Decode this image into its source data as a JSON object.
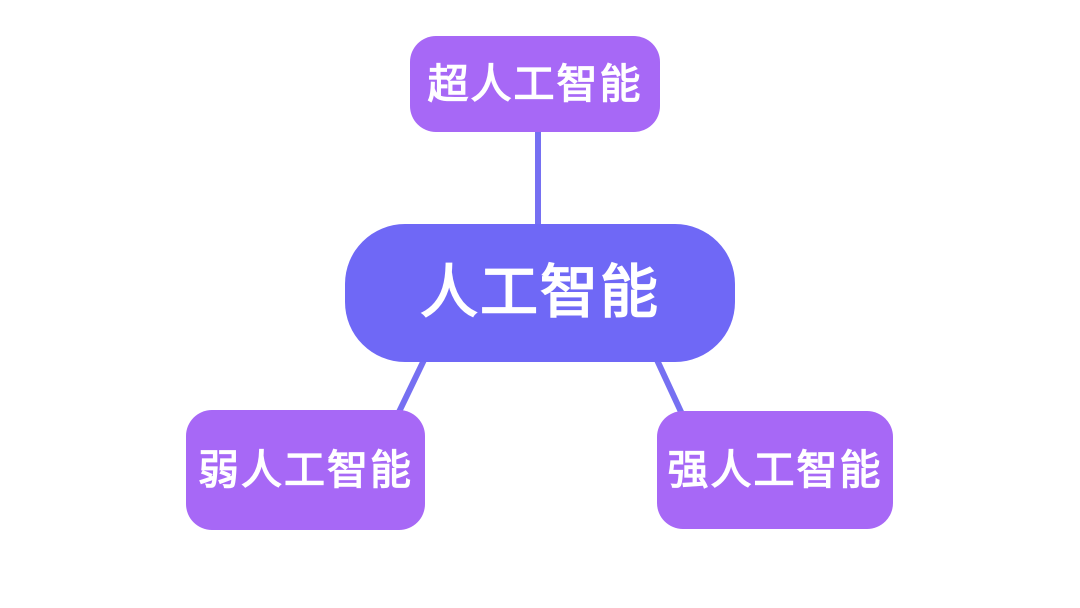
{
  "diagram": {
    "type": "mindmap",
    "background_color": "#ffffff",
    "text_color": "#ffffff",
    "connector_color": "#7670f2",
    "root": {
      "label": "人工智能",
      "color": "#6f68f6"
    },
    "children": [
      {
        "label": "超人工智能",
        "color": "#a768f6",
        "position": "top"
      },
      {
        "label": "弱人工智能",
        "color": "#a768f6",
        "position": "bottom-left"
      },
      {
        "label": "强人工智能",
        "color": "#a768f6",
        "position": "bottom-right"
      }
    ]
  }
}
